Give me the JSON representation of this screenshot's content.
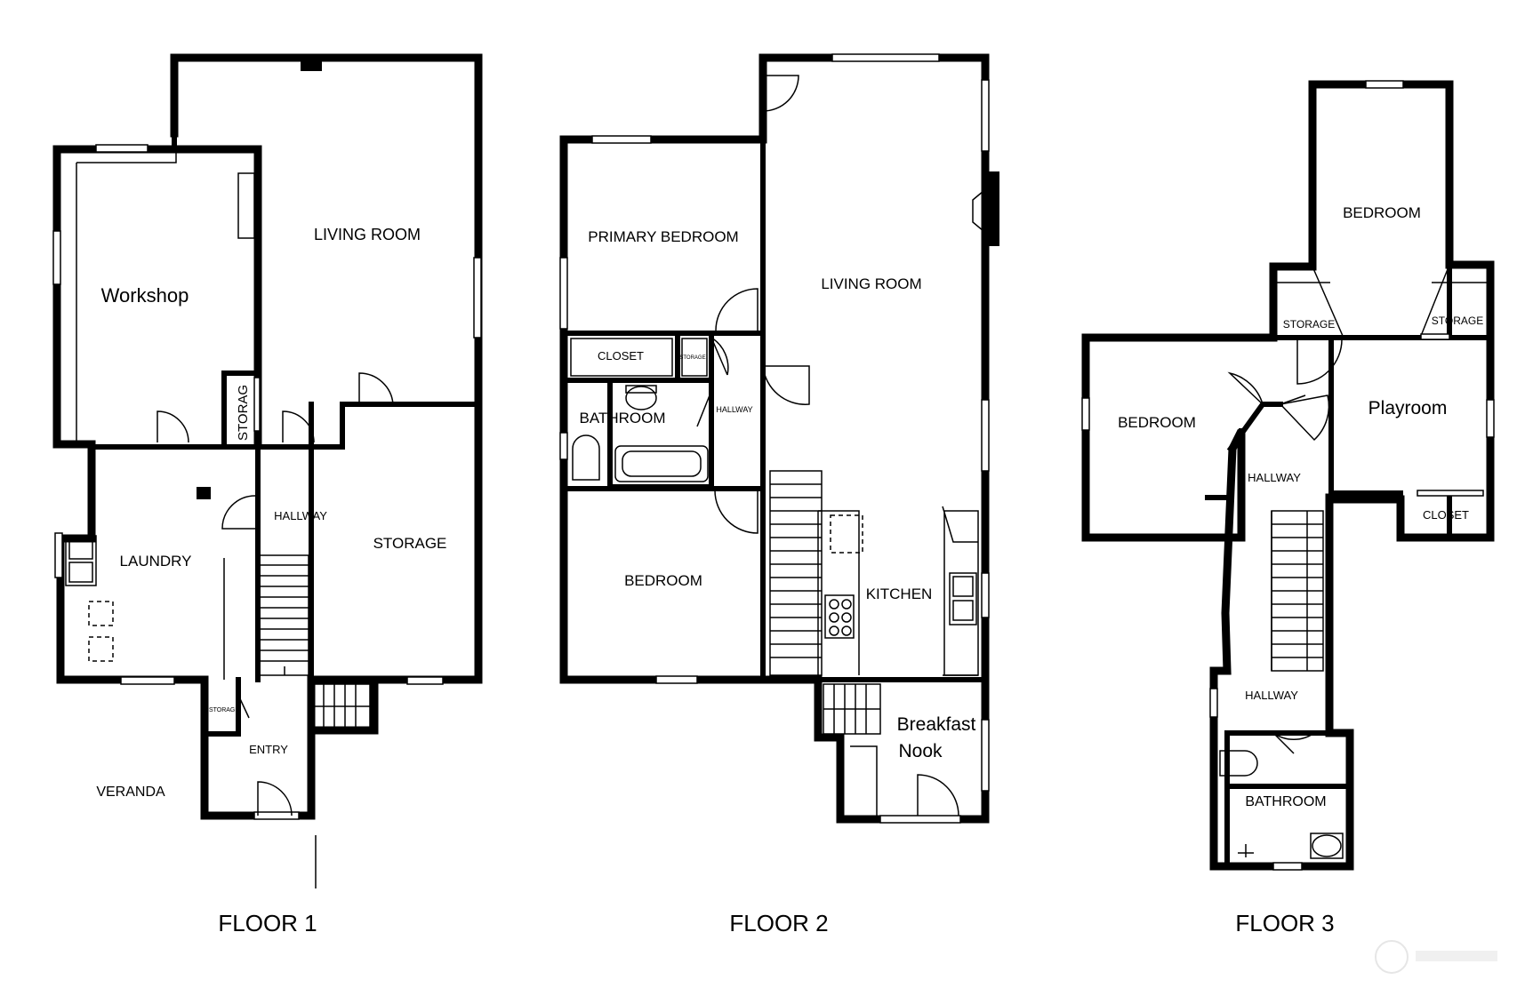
{
  "floors": [
    {
      "title": "FLOOR 1",
      "rooms": [
        "LIVING ROOM",
        "Workshop",
        "STORAG",
        "LAUNDRY",
        "HALLWAY",
        "STORAGE",
        "STORAGE",
        "ENTRY",
        "VERANDA"
      ]
    },
    {
      "title": "FLOOR 2",
      "rooms": [
        "PRIMARY BEDROOM",
        "LIVING ROOM",
        "CLOSET",
        "STORAGE",
        "HALLWAY",
        "BATHROOM",
        "BEDROOM",
        "KITCHEN",
        "Breakfast",
        "Nook"
      ]
    },
    {
      "title": "FLOOR 3",
      "rooms": [
        "BEDROOM",
        "STORAGE",
        "STORAGE",
        "BEDROOM",
        "Playroom",
        "CLOSET",
        "HALLWAY",
        "HALLWAY",
        "BATHROOM"
      ]
    }
  ],
  "colors": {
    "walls": "#000000",
    "background": "#ffffff",
    "watermark": "#e6e6e6"
  },
  "watermark_icon": "logo-circle-icon"
}
